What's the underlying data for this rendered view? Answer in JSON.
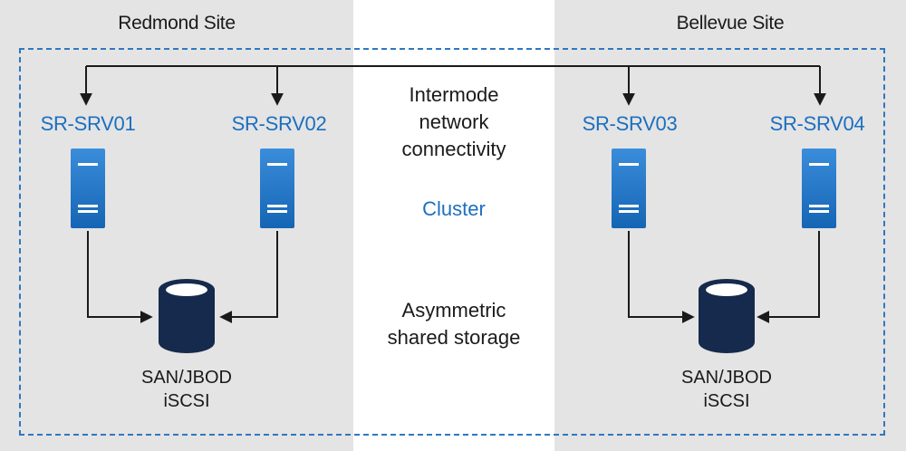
{
  "sites": {
    "left": {
      "title": "Redmond Site"
    },
    "right": {
      "title": "Bellevue Site"
    }
  },
  "servers": [
    {
      "name": "SR-SRV01"
    },
    {
      "name": "SR-SRV02"
    },
    {
      "name": "SR-SRV03"
    },
    {
      "name": "SR-SRV04"
    }
  ],
  "storage": {
    "left": {
      "line1": "SAN/JBOD",
      "line2": "iSCSI"
    },
    "right": {
      "line1": "SAN/JBOD",
      "line2": "iSCSI"
    }
  },
  "center": {
    "network_lines": [
      "Intermode",
      "network",
      "connectivity"
    ],
    "cluster_label": "Cluster",
    "storage_lines": [
      "Asymmetric",
      "shared storage"
    ]
  },
  "colors": {
    "site_background": "#e4e4e4",
    "accent_blue": "#1c6fc0",
    "server_blue": "#2b7fcf",
    "storage_navy": "#152a4c",
    "line_color": "#1a1a1a"
  }
}
